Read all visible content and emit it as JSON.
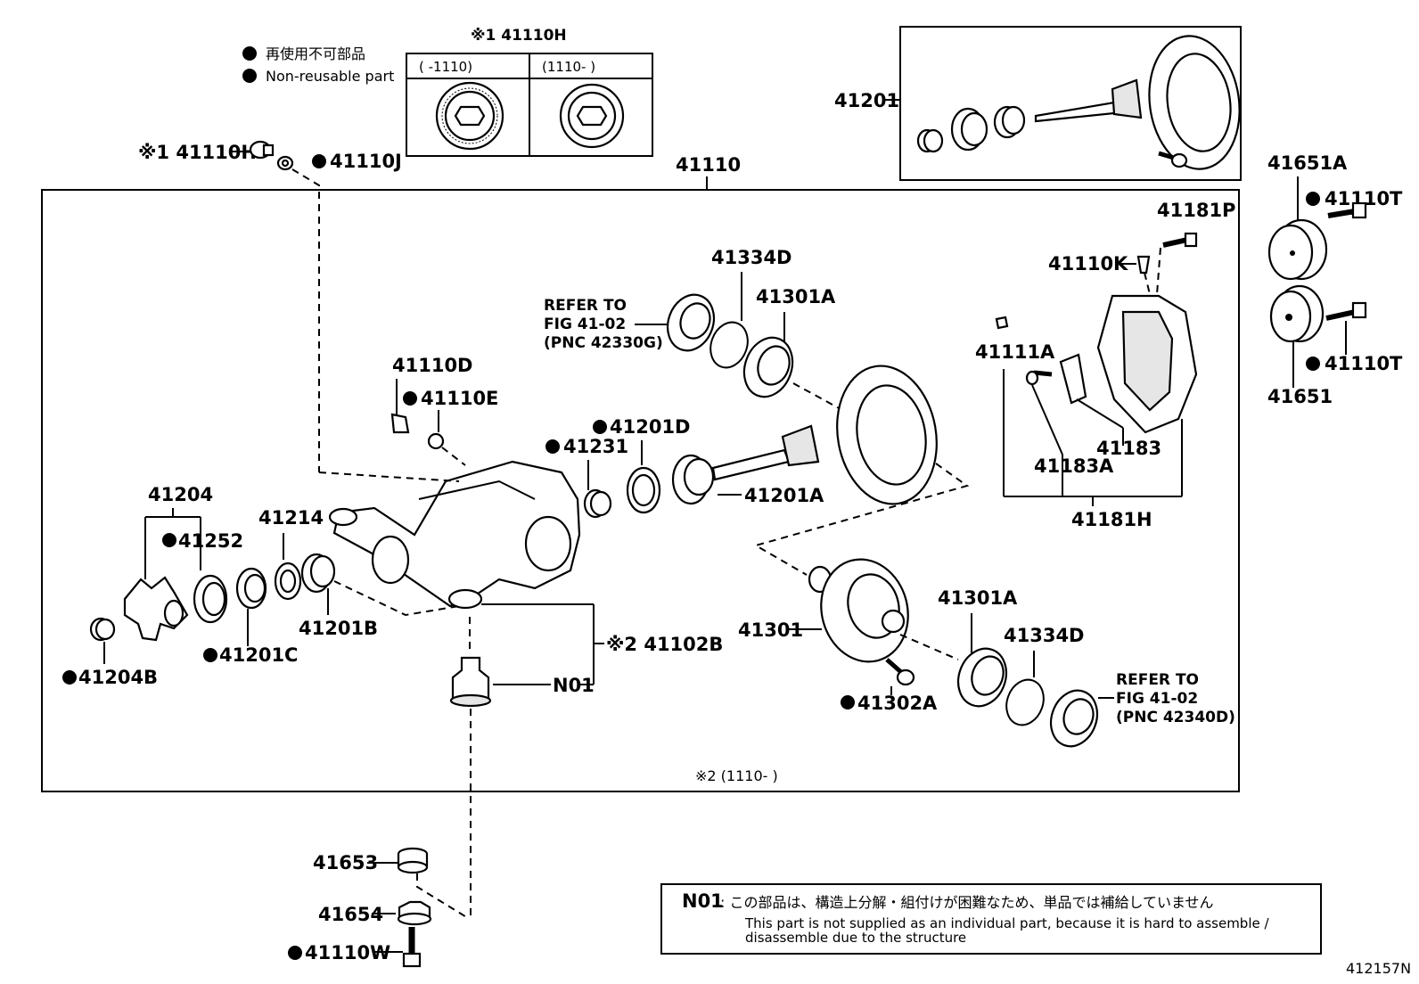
{
  "legend": {
    "non_reusable_ja": "再使用不可部品",
    "non_reusable_en": "Non-reusable part"
  },
  "variant_box": {
    "title": "※1 41110H",
    "col_left": "(      -1110)",
    "col_right": "(1110-      )"
  },
  "labels": {
    "p41110H_top": "※1 41110H",
    "p41110J": "41110J",
    "p41110": "41110",
    "p41201_box": "41201",
    "p41651A": "41651A",
    "p41110T_a": "41110T",
    "p41110T_b": "41110T",
    "p41651": "41651",
    "p41181P": "41181P",
    "p41110K": "41110K",
    "p41111A": "41111A",
    "p41183A": "41183A",
    "p41183": "41183",
    "p41181H": "41181H",
    "p41334D_top": "41334D",
    "p41301A_top": "41301A",
    "refer_top_1": "REFER TO",
    "refer_top_2": "FIG 41-02",
    "refer_top_3": "(PNC 42330G)",
    "p41110D": "41110D",
    "p41110E": "41110E",
    "p41201D": "41201D",
    "p41231": "41231",
    "p41201A": "41201A",
    "p41204": "41204",
    "p41252": "41252",
    "p41214": "41214",
    "p41201B": "41201B",
    "p41201C": "41201C",
    "p41204B": "41204B",
    "p41102B": "※2 41102B",
    "pN01": "N01",
    "p41301": "41301",
    "p41301A_bot": "41301A",
    "p41334D_bot": "41334D",
    "refer_bot_1": "REFER TO",
    "refer_bot_2": "FIG 41-02",
    "refer_bot_3": "(PNC 42340D)",
    "p41302A": "41302A",
    "note2": "※2 (1110-      )",
    "p41653": "41653",
    "p41654": "41654",
    "p41110W": "41110W",
    "fig_id": "412157N"
  },
  "note_box": {
    "code": "N01",
    "ja": ": この部品は、構造上分解・組付けが困難なため、単品では補給していません",
    "en_1": "This part is not supplied as an individual part, because it is hard to assemble /",
    "en_2": "disassemble due to the structure"
  },
  "colors": {
    "ink": "#000000",
    "paper": "#ffffff"
  }
}
